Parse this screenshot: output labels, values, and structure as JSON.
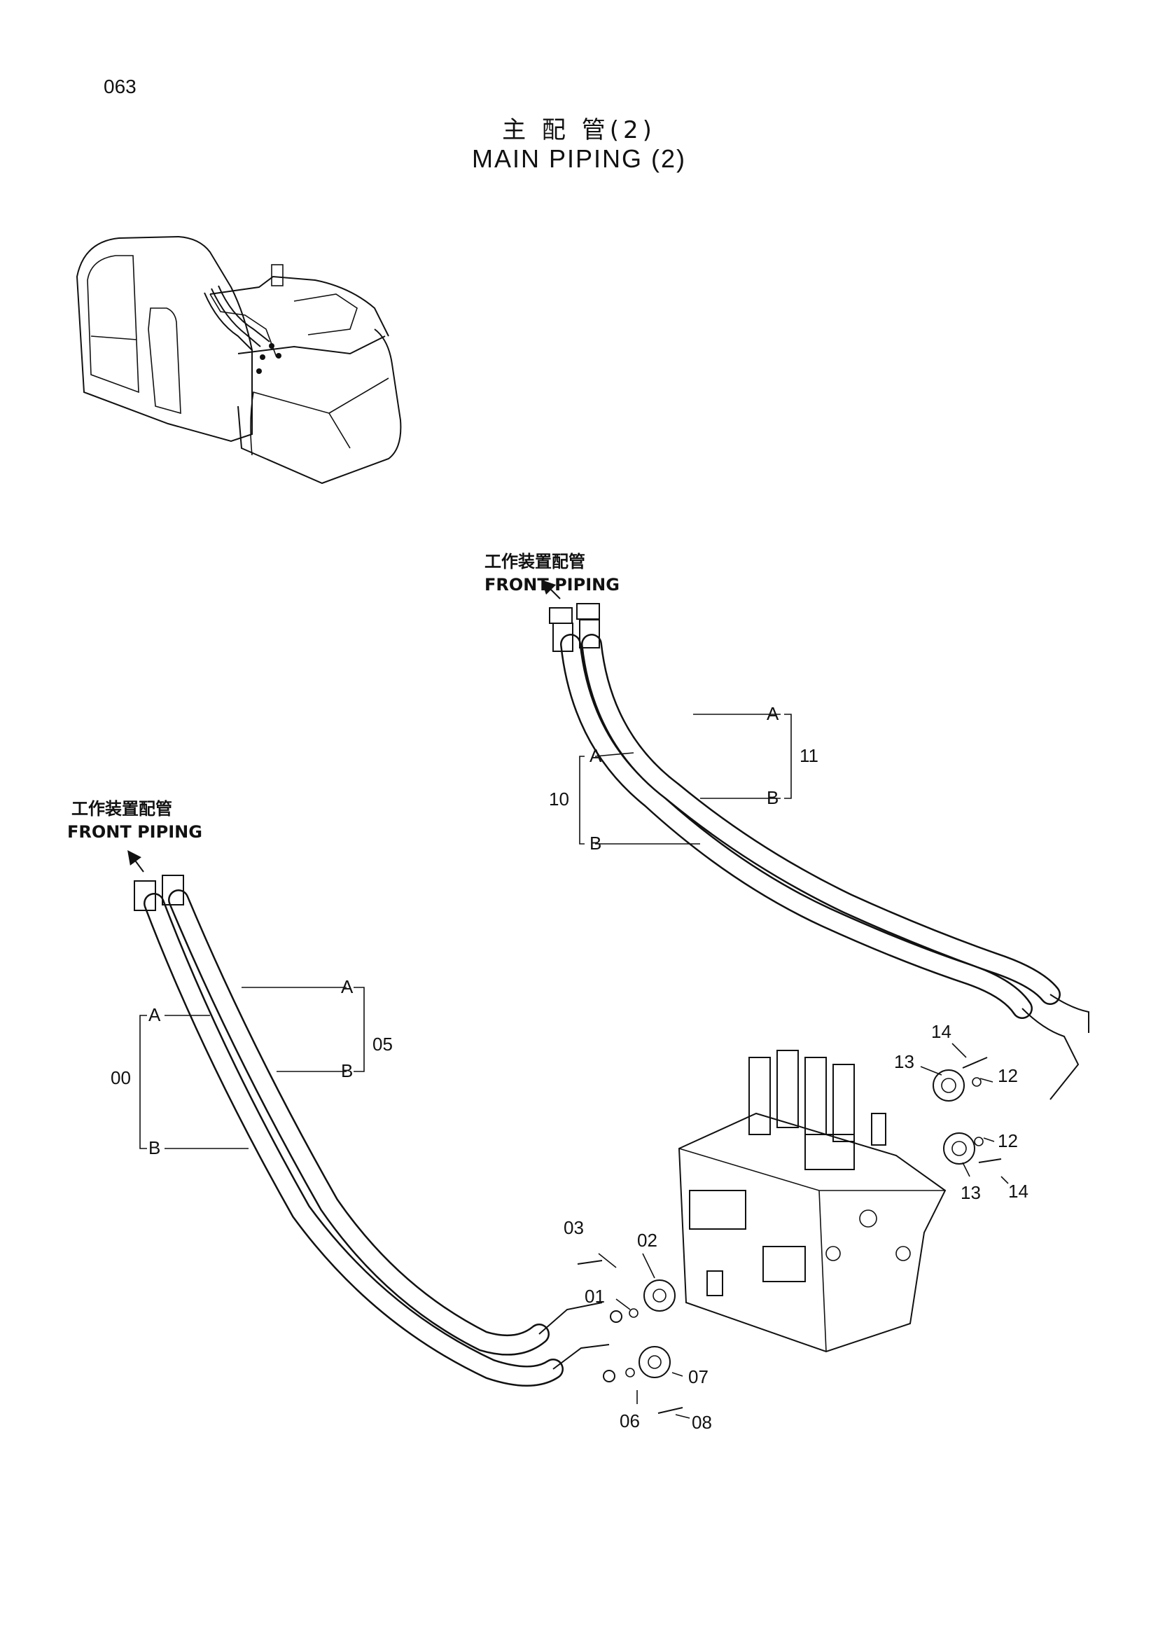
{
  "page": {
    "number": "063"
  },
  "title": {
    "cn": "主 配 管(2)",
    "en": "MAIN PIPING (2)"
  },
  "callouts": {
    "front_piping_1": {
      "cn": "工作装置配管",
      "en": "FRONT PIPING"
    },
    "front_piping_2": {
      "cn": "工作装置配管",
      "en": "FRONT PIPING"
    }
  },
  "labels": {
    "a": "A",
    "b": "B",
    "p00": "00",
    "p01": "01",
    "p02": "02",
    "p03": "03",
    "p05": "05",
    "p06": "06",
    "p07": "07",
    "p08": "08",
    "p10": "10",
    "p11": "11",
    "p12": "12",
    "p13": "13",
    "p14": "14"
  }
}
